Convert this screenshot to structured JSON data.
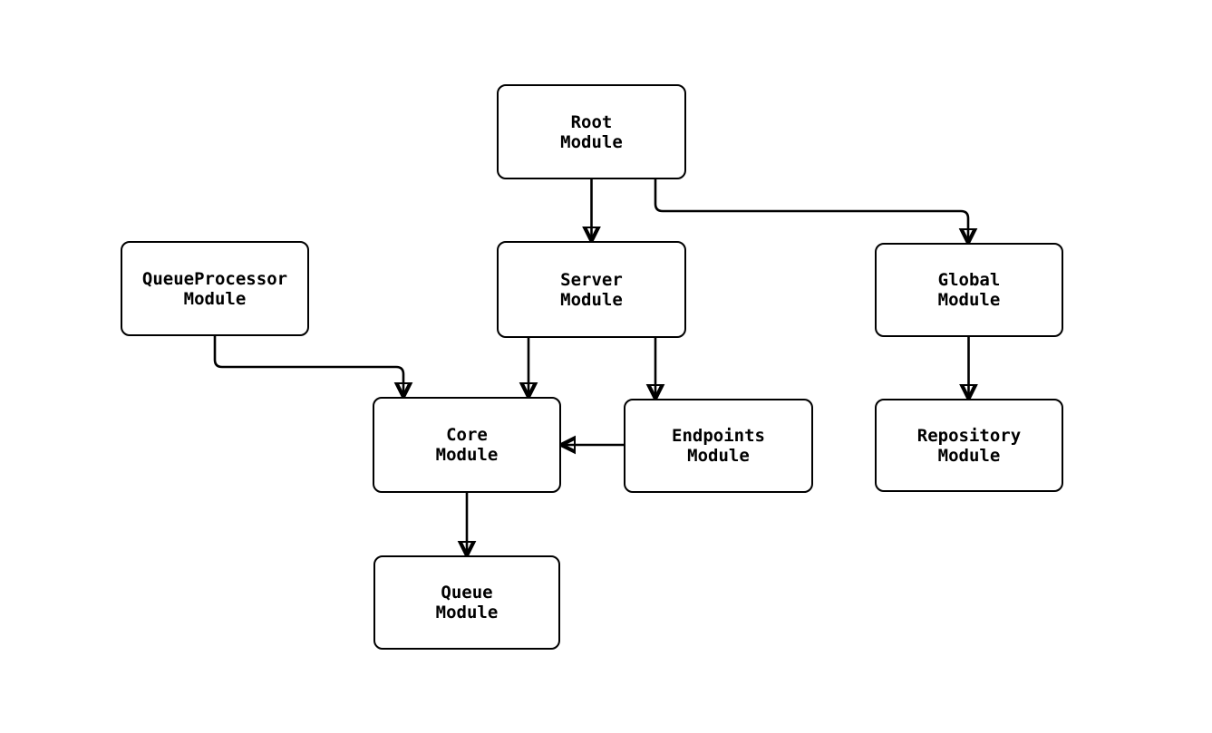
{
  "diagram": {
    "type": "module-dependency-diagram",
    "colors": {
      "background": "#ffffff",
      "node_fill": "#ffffff",
      "node_border": "#000000",
      "edge": "#000000",
      "text": "#000000"
    },
    "nodes": [
      {
        "id": "root",
        "line1": "Root",
        "line2": "Module"
      },
      {
        "id": "queueprocessor",
        "line1": "QueueProcessor",
        "line2": "Module"
      },
      {
        "id": "server",
        "line1": "Server",
        "line2": "Module"
      },
      {
        "id": "global",
        "line1": "Global",
        "line2": "Module"
      },
      {
        "id": "core",
        "line1": "Core",
        "line2": "Module"
      },
      {
        "id": "endpoints",
        "line1": "Endpoints",
        "line2": "Module"
      },
      {
        "id": "repository",
        "line1": "Repository",
        "line2": "Module"
      },
      {
        "id": "queue",
        "line1": "Queue",
        "line2": "Module"
      }
    ],
    "edges": [
      {
        "from": "root",
        "to": "server"
      },
      {
        "from": "root",
        "to": "global"
      },
      {
        "from": "queueprocessor",
        "to": "core"
      },
      {
        "from": "server",
        "to": "core"
      },
      {
        "from": "server",
        "to": "endpoints"
      },
      {
        "from": "endpoints",
        "to": "core"
      },
      {
        "from": "core",
        "to": "queue"
      },
      {
        "from": "global",
        "to": "repository"
      }
    ]
  }
}
